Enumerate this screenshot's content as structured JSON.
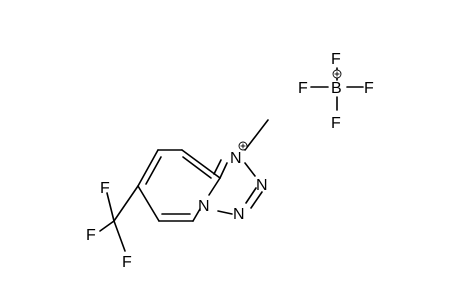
{
  "structure": {
    "atoms": {
      "n1": "N",
      "n2": "N",
      "n3": "N",
      "n4": "N",
      "f1": "F",
      "f2": "F",
      "f3": "F",
      "boron": "B",
      "bf_top": "F",
      "bf_left": "F",
      "bf_right": "F",
      "bf_bottom": "F"
    },
    "charges": {
      "n1": "+",
      "boron": "+"
    },
    "bond_color": "#000000"
  }
}
